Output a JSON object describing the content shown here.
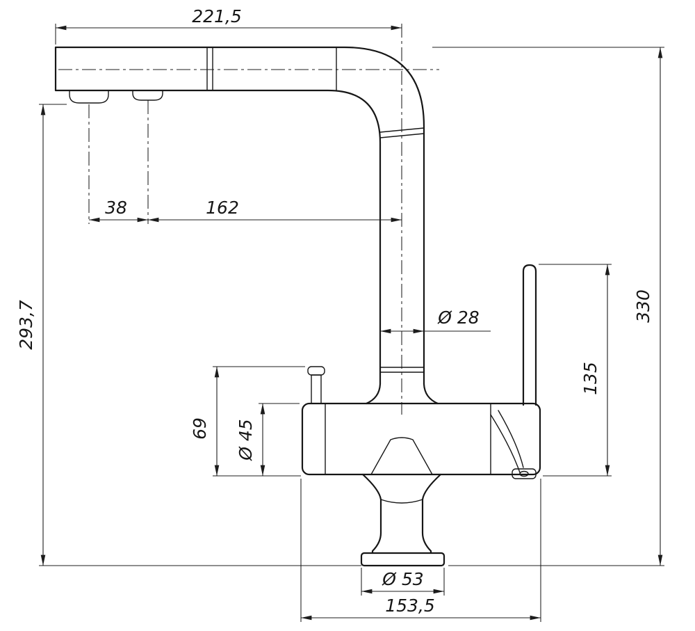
{
  "drawing": {
    "type": "technical dimension drawing",
    "subject": "single-lever kitchen faucet with high L-spout, side elevation",
    "units": "mm",
    "dimensions": {
      "overall_width": "221,5",
      "aerator_offset": "38",
      "spout_horizontal": "162",
      "spout_height": "293,7",
      "overall_height": "330",
      "spout_pipe_diameter": "Ø 28",
      "lever_height": "135",
      "side_valve_height": "69",
      "body_diameter": "Ø 45",
      "base_diameter": "Ø 53",
      "body_length": "153,5"
    }
  }
}
